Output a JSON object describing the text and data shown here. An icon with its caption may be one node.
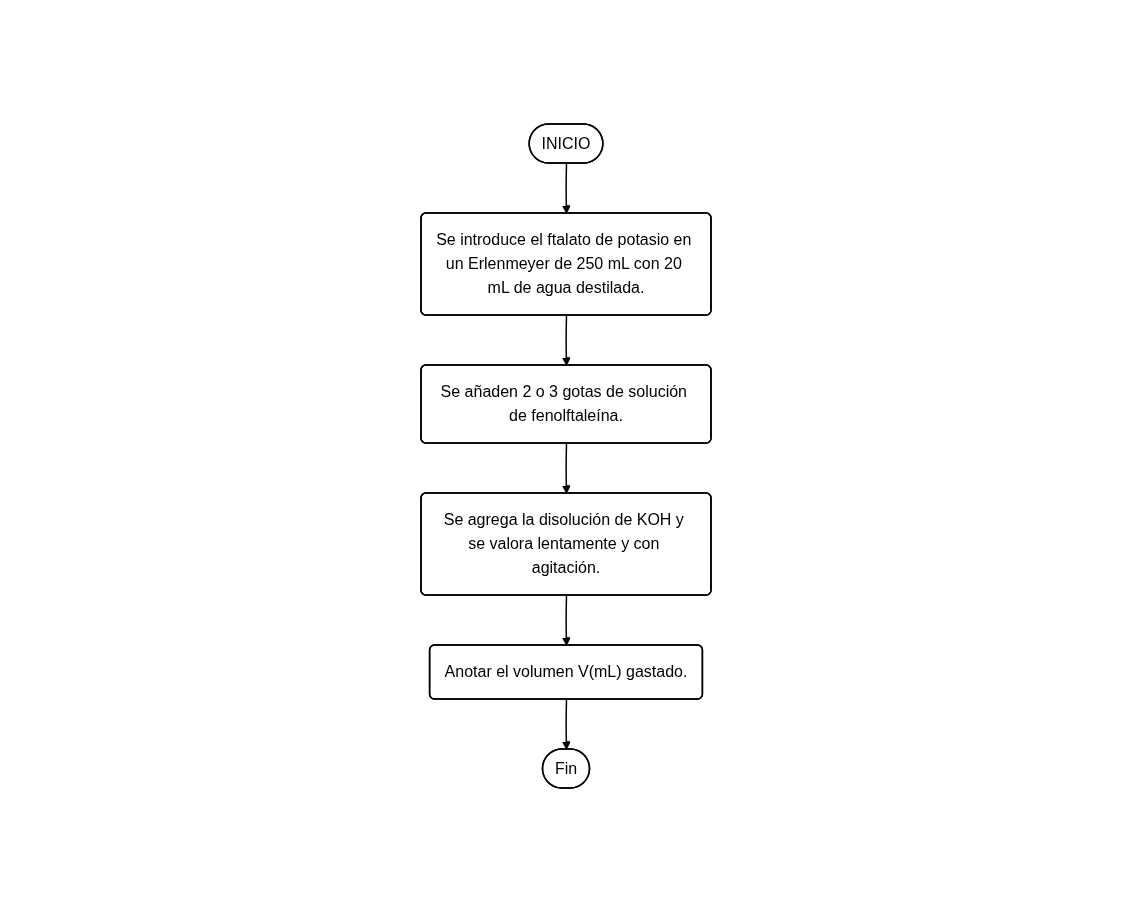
{
  "diagram": {
    "nodes": [
      {
        "text": [
          "INICIO"
        ]
      },
      {
        "text": [
          "Se introduce el ftalato de potasio en un Erlenmeyer de 250 mL con 20 mL de agua destilada."
        ]
      },
      {
        "text": [
          "Se añaden 2 o 3 gotas de solución de fenolftaleína."
        ]
      },
      {
        "text": [
          "Se agrega la disolución de KOH y se valora lentamente y con agitación."
        ]
      },
      {
        "text": [
          "Anotar el volumen V(mL) gastado."
        ]
      },
      {
        "text": [
          "Fin"
        ]
      }
    ],
    "edges": [
      {
        "from": 0,
        "to": 1,
        "arrow": "to"
      },
      {
        "from": 1,
        "to": 2,
        "arrow": "to"
      },
      {
        "from": 2,
        "to": 3,
        "arrow": "to"
      },
      {
        "from": 3,
        "to": 4,
        "arrow": "to"
      },
      {
        "from": 4,
        "to": 5,
        "arrow": "to"
      }
    ]
  }
}
